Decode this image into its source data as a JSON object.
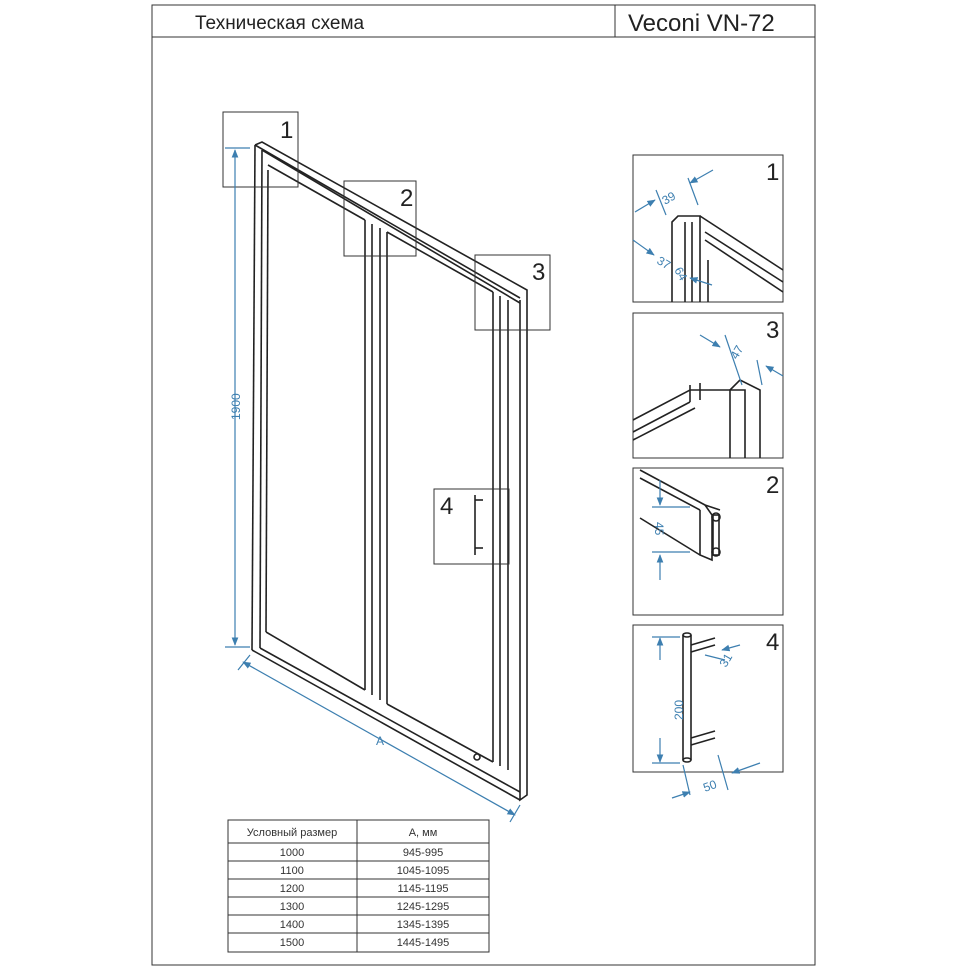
{
  "header": {
    "title": "Техническая схема",
    "model": "Veconi VN-72"
  },
  "main_drawing": {
    "height_dimension": "1900",
    "width_dimension": "A",
    "callouts": [
      "1",
      "2",
      "3",
      "4"
    ]
  },
  "details": [
    {
      "number": "1",
      "dimensions": [
        "39",
        "37",
        "64"
      ]
    },
    {
      "number": "3",
      "dimensions": [
        "47"
      ]
    },
    {
      "number": "2",
      "dimensions": [
        "45"
      ]
    },
    {
      "number": "4",
      "dimensions": [
        "200",
        "31",
        "50"
      ]
    }
  ],
  "size_table": {
    "headers": [
      "Условный размер",
      "А, мм"
    ],
    "rows": [
      [
        "1000",
        "945-995"
      ],
      [
        "1100",
        "1045-1095"
      ],
      [
        "1200",
        "1145-1195"
      ],
      [
        "1300",
        "1245-1295"
      ],
      [
        "1400",
        "1345-1395"
      ],
      [
        "1500",
        "1445-1495"
      ]
    ]
  },
  "colors": {
    "dimension": "#3d7fb0",
    "line": "#222222"
  }
}
